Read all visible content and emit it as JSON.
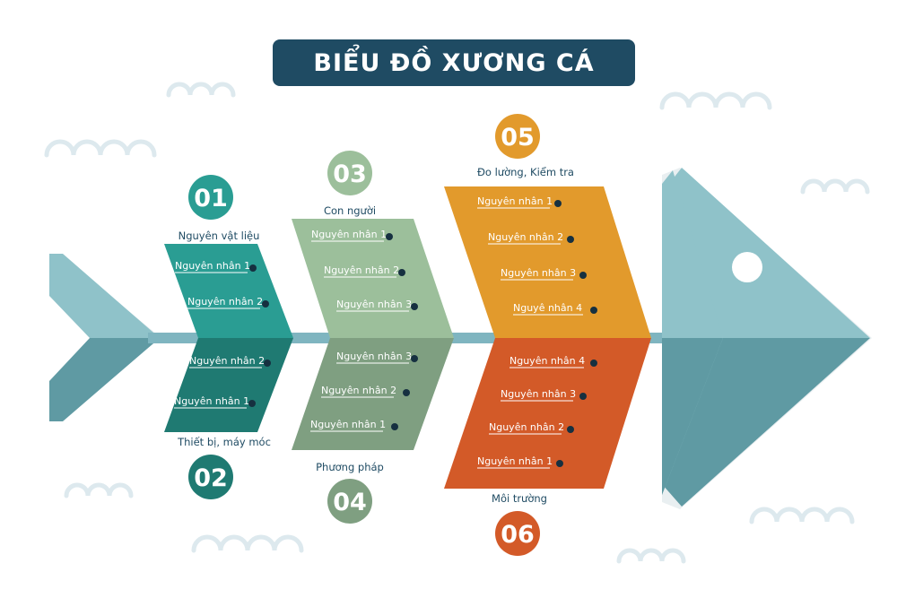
{
  "title": "BIỂU ĐỒ XƯƠNG CÁ",
  "colors": {
    "title_bg": "#1f4b63",
    "spine": "#7fb5c0",
    "head_top": "#8fc2c9",
    "head_bottom": "#5f9aa3",
    "bone_01_top": "#2a9d93",
    "bone_02_bottom": "#1f7a72",
    "bone_03_top": "#9cbf9b",
    "bone_04_bottom": "#7f9f81",
    "bone_05_top": "#e29a2c",
    "bone_06_bottom": "#d35a28",
    "dot": "#163040"
  },
  "categories": [
    {
      "number": "01",
      "label": "Nguyên vật liệu",
      "causes": [
        "Nguyên nhân 1",
        "Nguyên nhân 2"
      ]
    },
    {
      "number": "02",
      "label": "Thiết bị, máy móc",
      "causes": [
        "Nguyên nhân 2",
        "Nguyên nhân 1"
      ]
    },
    {
      "number": "03",
      "label": "Con người",
      "causes": [
        "Nguyên nhân 1",
        "Nguyên nhân 2",
        "Nguyên nhân 3"
      ]
    },
    {
      "number": "04",
      "label": "Phương pháp",
      "causes": [
        "Nguyên nhân 3",
        "Nguyên nhân 2",
        "Nguyên nhân 1"
      ]
    },
    {
      "number": "05",
      "label": "Đo lường, Kiểm tra",
      "causes": [
        "Nguyên nhân 1",
        "Nguyên nhân 2",
        "Nguyên nhân 3",
        "Nguyê nhân 4"
      ]
    },
    {
      "number": "06",
      "label": "Môi trường",
      "causes": [
        "Nguyên nhân 4",
        "Nguyên nhân 3",
        "Nguyên nhân 2",
        "Nguyên nhân 1"
      ]
    }
  ]
}
